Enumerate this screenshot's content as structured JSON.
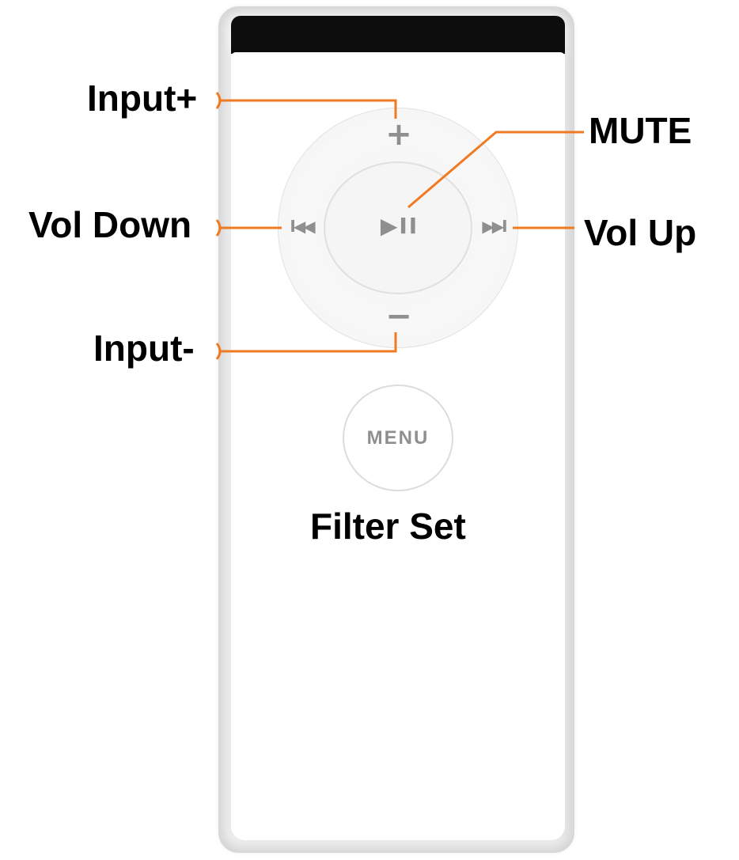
{
  "callouts": {
    "input_plus": "Input+",
    "mute": "MUTE",
    "vol_down": "Vol Down",
    "vol_up": "Vol Up",
    "input_minus": "Input-",
    "filter_set": "Filter Set"
  },
  "remote": {
    "plus_glyph": "+",
    "minus_glyph": "−",
    "previous_glyph": "I◀◀",
    "next_glyph": "▶▶I",
    "play_pause_glyph": "▶II",
    "menu_label": "MENU"
  },
  "colors": {
    "callout_line": "#f07a22",
    "remote_glyph": "#8f8f8f",
    "label_text": "#000000"
  }
}
